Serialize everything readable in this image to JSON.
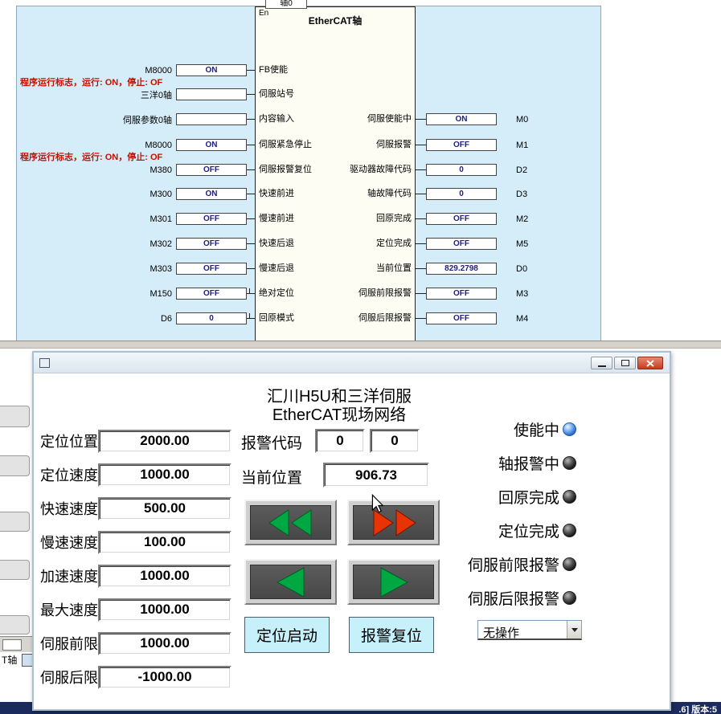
{
  "fbd": {
    "tag": "轴0",
    "en": "En",
    "title": "EtherCAT轴",
    "run_note": "程序运行标志，运行: ON，停止: OF",
    "inputs": [
      {
        "operand": "M8000",
        "value": "ON",
        "pin": "FB使能"
      },
      {
        "operand": "三洋0轴",
        "value": "",
        "pin": "伺服站号"
      },
      {
        "operand": "伺服参数0轴",
        "value": "",
        "pin": "内容输入"
      },
      {
        "operand": "M8000",
        "value": "ON",
        "pin": "伺服紧急停止"
      },
      {
        "operand": "M380",
        "value": "OFF",
        "pin": "伺服报警复位"
      },
      {
        "operand": "M300",
        "value": "ON",
        "pin": "快速前进"
      },
      {
        "operand": "M301",
        "value": "OFF",
        "pin": "慢速前进"
      },
      {
        "operand": "M302",
        "value": "OFF",
        "pin": "快速后退"
      },
      {
        "operand": "M303",
        "value": "OFF",
        "pin": "慢速后退"
      },
      {
        "operand": "M150",
        "value": "OFF",
        "pin": "绝对定位"
      },
      {
        "operand": "D6",
        "value": "0",
        "pin": "回原模式"
      }
    ],
    "outputs": [
      {
        "pin": "伺服使能中",
        "value": "ON",
        "operand": "M0"
      },
      {
        "pin": "伺服报警",
        "value": "OFF",
        "operand": "M1"
      },
      {
        "pin": "驱动器故障代码",
        "value": "0",
        "operand": "D2"
      },
      {
        "pin": "轴故障代码",
        "value": "0",
        "operand": "D3"
      },
      {
        "pin": "回原完成",
        "value": "OFF",
        "operand": "M2"
      },
      {
        "pin": "定位完成",
        "value": "OFF",
        "operand": "M5"
      },
      {
        "pin": "当前位置",
        "value": "829.2798",
        "operand": "D0"
      },
      {
        "pin": "伺服前限报警",
        "value": "OFF",
        "operand": "M3"
      },
      {
        "pin": "伺服后限报警",
        "value": "OFF",
        "operand": "M4"
      }
    ]
  },
  "hmi": {
    "title1": "汇川H5U和三洋伺服",
    "title2": "EtherCAT现场网络",
    "fields": [
      {
        "label": "定位位置",
        "value": "2000.00"
      },
      {
        "label": "定位速度",
        "value": "1000.00"
      },
      {
        "label": "快速速度",
        "value": "500.00"
      },
      {
        "label": "慢速速度",
        "value": "100.00"
      },
      {
        "label": "加速速度",
        "value": "1000.00"
      },
      {
        "label": "最大速度",
        "value": "1000.00"
      },
      {
        "label": "伺服前限",
        "value": "1000.00"
      },
      {
        "label": "伺服后限",
        "value": "-1000.00"
      }
    ],
    "alarm_label": "报警代码",
    "alarm1": "0",
    "alarm2": "0",
    "pos_label": "当前位置",
    "pos_value": "906.73",
    "btn_start": "定位启动",
    "btn_reset": "报警复位",
    "indicators": [
      {
        "label": "使能中",
        "on": true
      },
      {
        "label": "轴报警中",
        "on": false
      },
      {
        "label": "回原完成",
        "on": false
      },
      {
        "label": "定位完成",
        "on": false
      },
      {
        "label": "伺服前限报警",
        "on": false
      },
      {
        "label": "伺服后限报警",
        "on": false
      }
    ],
    "dropdown": "无操作"
  },
  "desktop": {
    "tab": "T轴",
    "status": ".6] 版本:5"
  }
}
